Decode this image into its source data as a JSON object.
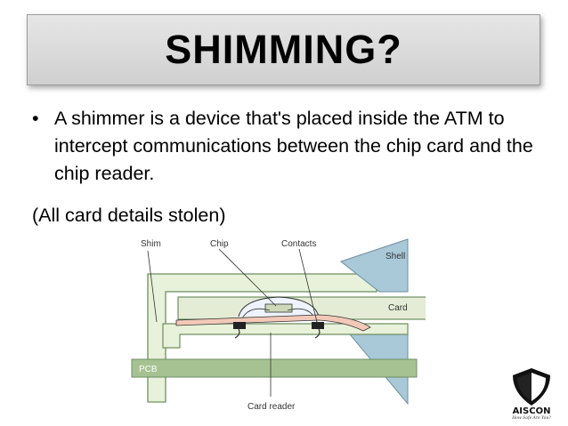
{
  "slide": {
    "title": "SHIMMING?",
    "bullet_symbol": "•",
    "bullet_text": "A shimmer is a device that's placed inside the ATM to intercept communications between the chip card and the chip reader.",
    "note": "(All card details stolen)"
  },
  "diagram": {
    "labels": {
      "shim": "Shim",
      "chip": "Chip",
      "contacts": "Contacts",
      "shell": "Shell",
      "card": "Card",
      "pcb": "PCB",
      "card_reader": "Card reader"
    },
    "colors": {
      "housing_fill": "#e8f1d9",
      "housing_stroke": "#6d8f61",
      "shell_fill": "#a9c9d8",
      "card_fill": "#e4ecd6",
      "shim_fill": "#f2c9b8",
      "pcb_fill": "#a6c293",
      "contact_fill": "#222222"
    }
  },
  "logo": {
    "name": "AISCON",
    "tagline": "How Safe Are You?"
  }
}
